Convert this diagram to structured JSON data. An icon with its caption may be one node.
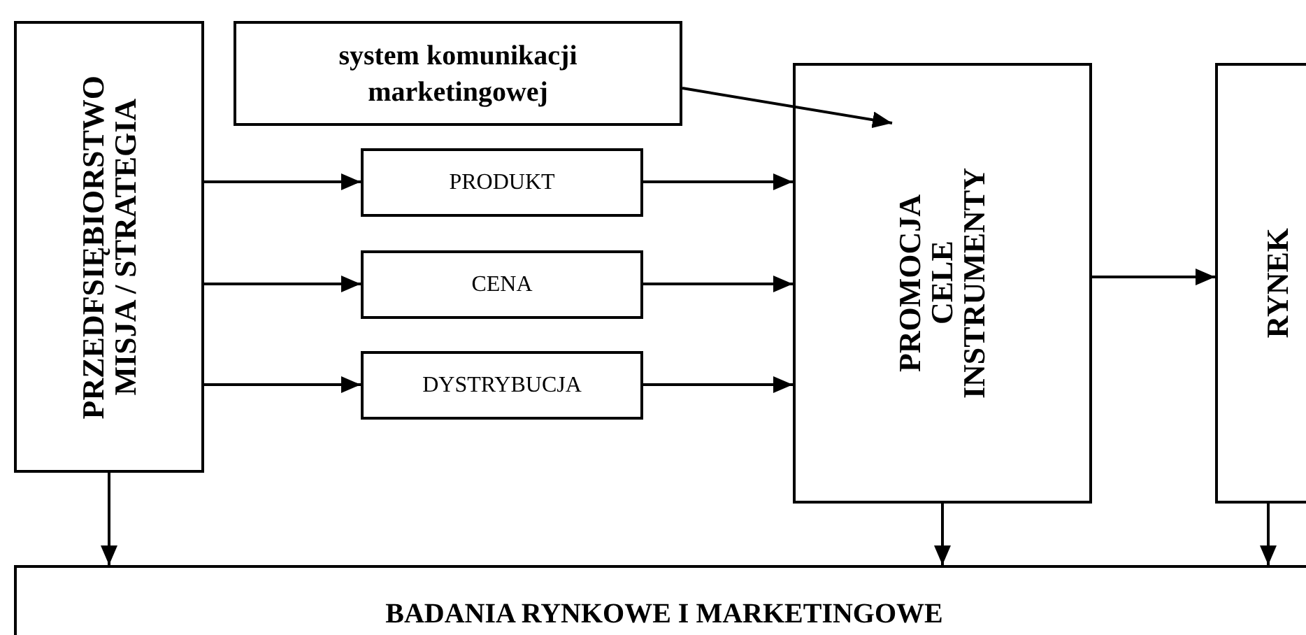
{
  "diagram": {
    "nodes": [
      {
        "text": [
          "PRZEDFSIĘBIORSTWO",
          "MISJA / STRATEGIA"
        ]
      },
      {
        "text": [
          "system komunikacji marketingowej"
        ]
      },
      {
        "text": [
          "PRODUKT"
        ]
      },
      {
        "text": [
          "CENA"
        ]
      },
      {
        "text": [
          "DYSTRYBUCJA"
        ]
      },
      {
        "text": [
          "PROMOCJA",
          "CELE",
          "INSTRUMENTY"
        ]
      },
      {
        "text": [
          "RYNEK"
        ]
      },
      {
        "text": [
          "BADANIA RYNKOWE I MARKETINGOWE"
        ]
      }
    ],
    "edges": [
      {
        "from": 0,
        "to": 2,
        "arrow": "to"
      },
      {
        "from": 0,
        "to": 3,
        "arrow": "to"
      },
      {
        "from": 0,
        "to": 4,
        "arrow": "to"
      },
      {
        "from": 1,
        "to": 5,
        "arrow": "to"
      },
      {
        "from": 2,
        "to": 5,
        "arrow": "to"
      },
      {
        "from": 3,
        "to": 5,
        "arrow": "to"
      },
      {
        "from": 4,
        "to": 5,
        "arrow": "to"
      },
      {
        "from": 5,
        "to": 6,
        "arrow": "to"
      },
      {
        "from": 0,
        "to": 7,
        "arrow": "to"
      },
      {
        "from": 5,
        "to": 7,
        "arrow": "to"
      },
      {
        "from": 6,
        "to": 7,
        "arrow": "to"
      }
    ]
  }
}
